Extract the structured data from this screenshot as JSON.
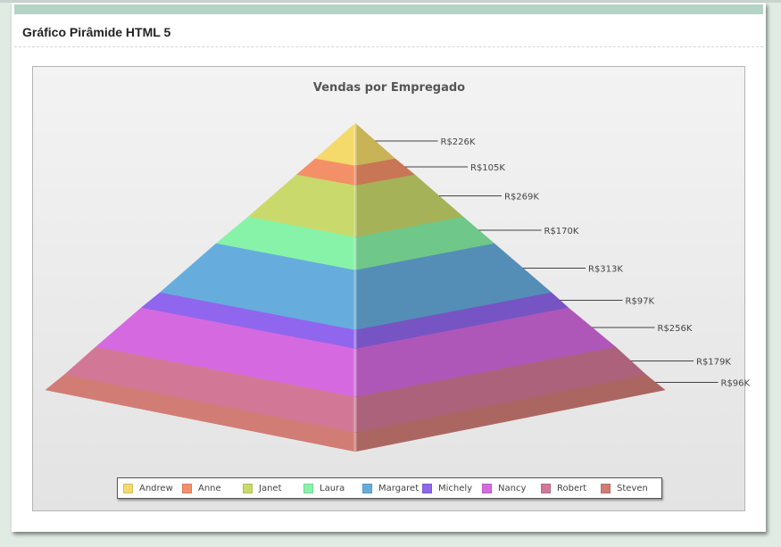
{
  "panel": {
    "title": "Gráfico Pirâmide HTML 5",
    "accent_color": "#b5d3c5"
  },
  "chart_data": {
    "type": "pyramid",
    "title": "Vendas por Empregado",
    "categories": [
      "Andrew",
      "Anne",
      "Janet",
      "Laura",
      "Margaret",
      "Michely",
      "Nancy",
      "Robert",
      "Steven"
    ],
    "values": [
      226,
      105,
      269,
      170,
      313,
      97,
      256,
      179,
      96
    ],
    "value_labels": [
      "R$226K",
      "R$105K",
      "R$269K",
      "R$170K",
      "R$313K",
      "R$97K",
      "R$256K",
      "R$179K",
      "R$96K"
    ],
    "unit": "R$ thousands",
    "colors": [
      "#f4da6a",
      "#f49068",
      "#cad96b",
      "#87f3a8",
      "#66adde",
      "#9066ee",
      "#d56ae0",
      "#d27896",
      "#d27c76"
    ],
    "legend_position": "bottom",
    "grid": false
  },
  "legend": {
    "items": [
      {
        "label": "Andrew",
        "color": "#f4da6a"
      },
      {
        "label": "Anne",
        "color": "#f49068"
      },
      {
        "label": "Janet",
        "color": "#cad96b"
      },
      {
        "label": "Laura",
        "color": "#87f3a8"
      },
      {
        "label": "Margaret",
        "color": "#66adde"
      },
      {
        "label": "Michely",
        "color": "#9066ee"
      },
      {
        "label": "Nancy",
        "color": "#d56ae0"
      },
      {
        "label": "Robert",
        "color": "#d27896"
      },
      {
        "label": "Steven",
        "color": "#d27c76"
      }
    ]
  }
}
